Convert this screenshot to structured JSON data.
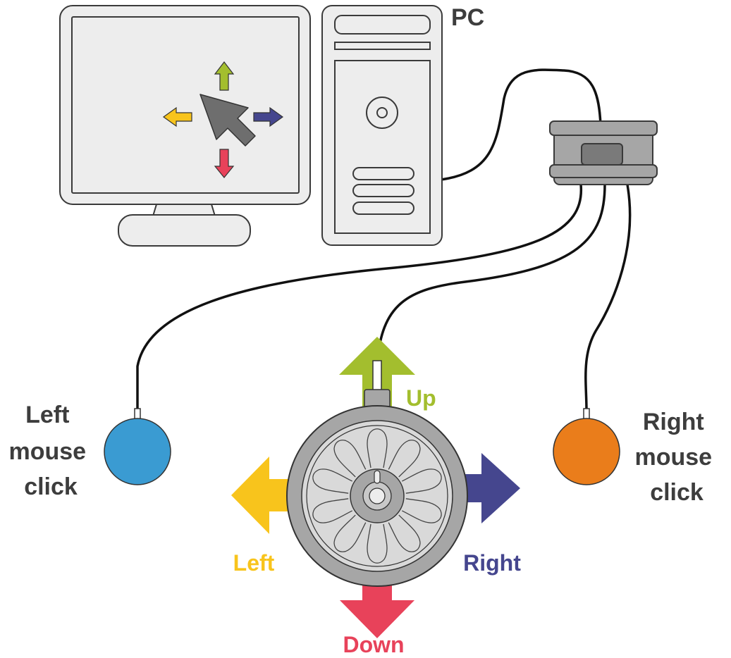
{
  "labels": {
    "pc": "PC",
    "up": "Up",
    "down": "Down",
    "left": "Left",
    "right": "Right",
    "left_click": [
      "Left",
      "mouse",
      "click"
    ],
    "right_click": [
      "Right",
      "mouse",
      "click"
    ]
  },
  "colors": {
    "up": "#a3be2e",
    "down": "#e8425a",
    "left": "#f8c41c",
    "right": "#45468e",
    "left_button": "#3a9bd2",
    "right_button": "#ea7d1b",
    "text_dark": "#3d3d3d",
    "device_gray": "#a6a6a6",
    "device_light": "#ededed",
    "outline": "#3a3a3a"
  },
  "icons": {
    "screen_cursor": "cursor-icon",
    "joystick": "joystick-icon",
    "interface_box": "usb-interface-icon"
  }
}
